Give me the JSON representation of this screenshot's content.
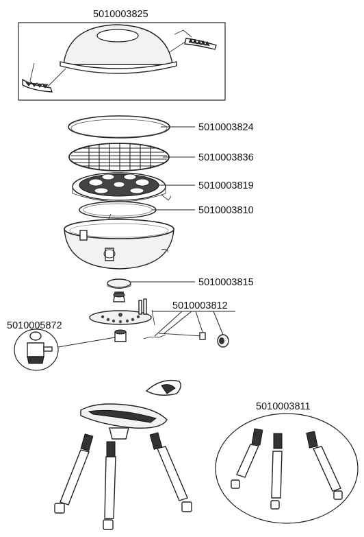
{
  "diagram": {
    "labels": {
      "lid": "5010003825",
      "cover_ring": "5010003824",
      "grill_grate": "5010003836",
      "heat_plate": "5010003819",
      "support_ring": "5010003810",
      "burner_cap": "5010003815",
      "burner_assembly": "5010003812",
      "regulator": "5010005872",
      "legs": "5010003811"
    }
  }
}
